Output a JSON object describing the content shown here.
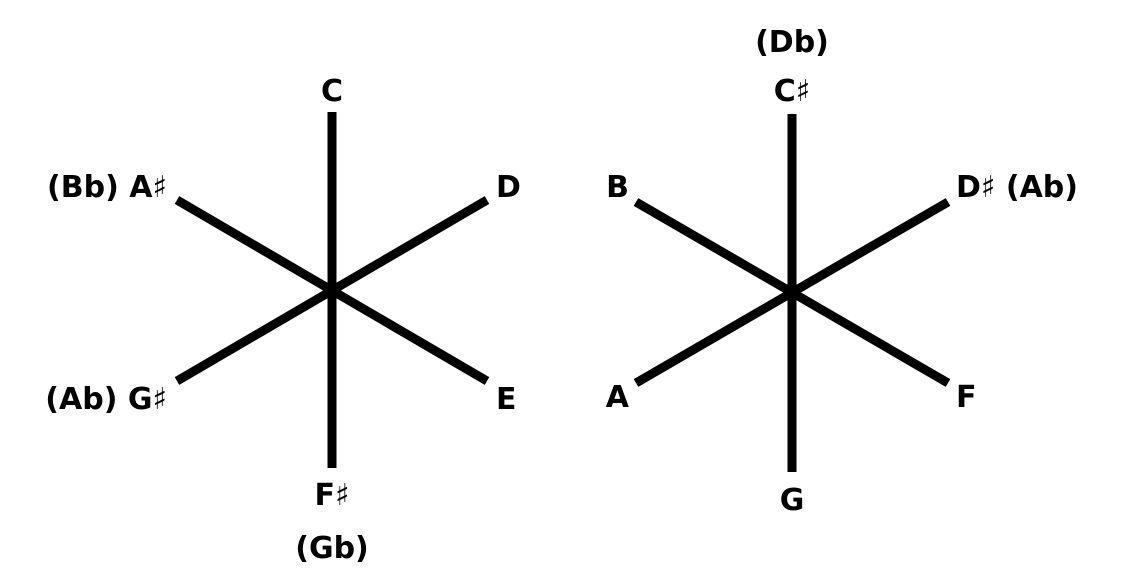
{
  "colors": {
    "ink": "#000000",
    "background": "#ffffff"
  },
  "diagrams": [
    {
      "name": "whole-tone-c",
      "labels": {
        "top": {
          "line1": "C"
        },
        "upper_right": {
          "line1": "D"
        },
        "lower_right": {
          "line1": "E"
        },
        "bottom": {
          "line1": "F♯",
          "line2": "(Gb)"
        },
        "lower_left": {
          "line1": "(Ab) G♯"
        },
        "upper_left": {
          "line1": "(Bb) A♯"
        }
      }
    },
    {
      "name": "whole-tone-csharp",
      "labels": {
        "top": {
          "line1": "(Db)",
          "line2": "C♯"
        },
        "upper_right": {
          "line1": "D♯ (Ab)"
        },
        "lower_right": {
          "line1": "F"
        },
        "bottom": {
          "line1": "G"
        },
        "lower_left": {
          "line1": "A"
        },
        "upper_left": {
          "line1": "B"
        }
      }
    }
  ]
}
